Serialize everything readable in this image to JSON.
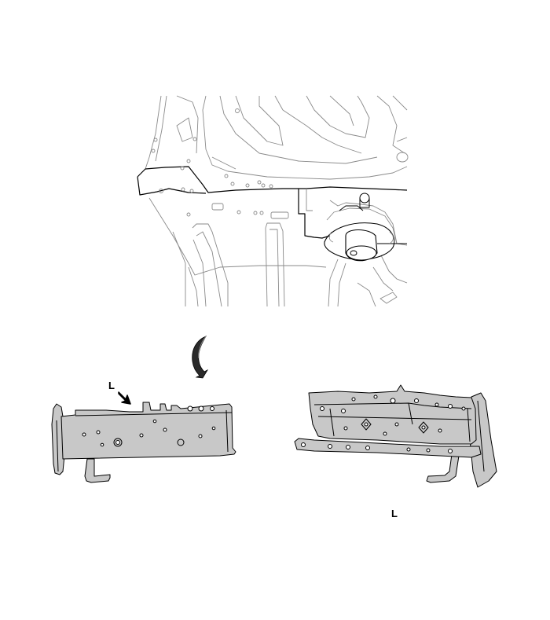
{
  "labels": {
    "view_left": "L",
    "view_right": "L"
  },
  "icons": {
    "view_direction": "bold-arrow-diagonal",
    "install_direction": "curved-arrow-up"
  },
  "colors": {
    "part_fill": "#c8c8c8",
    "part_stroke": "#000000",
    "line_art": "#8a8a8a"
  }
}
